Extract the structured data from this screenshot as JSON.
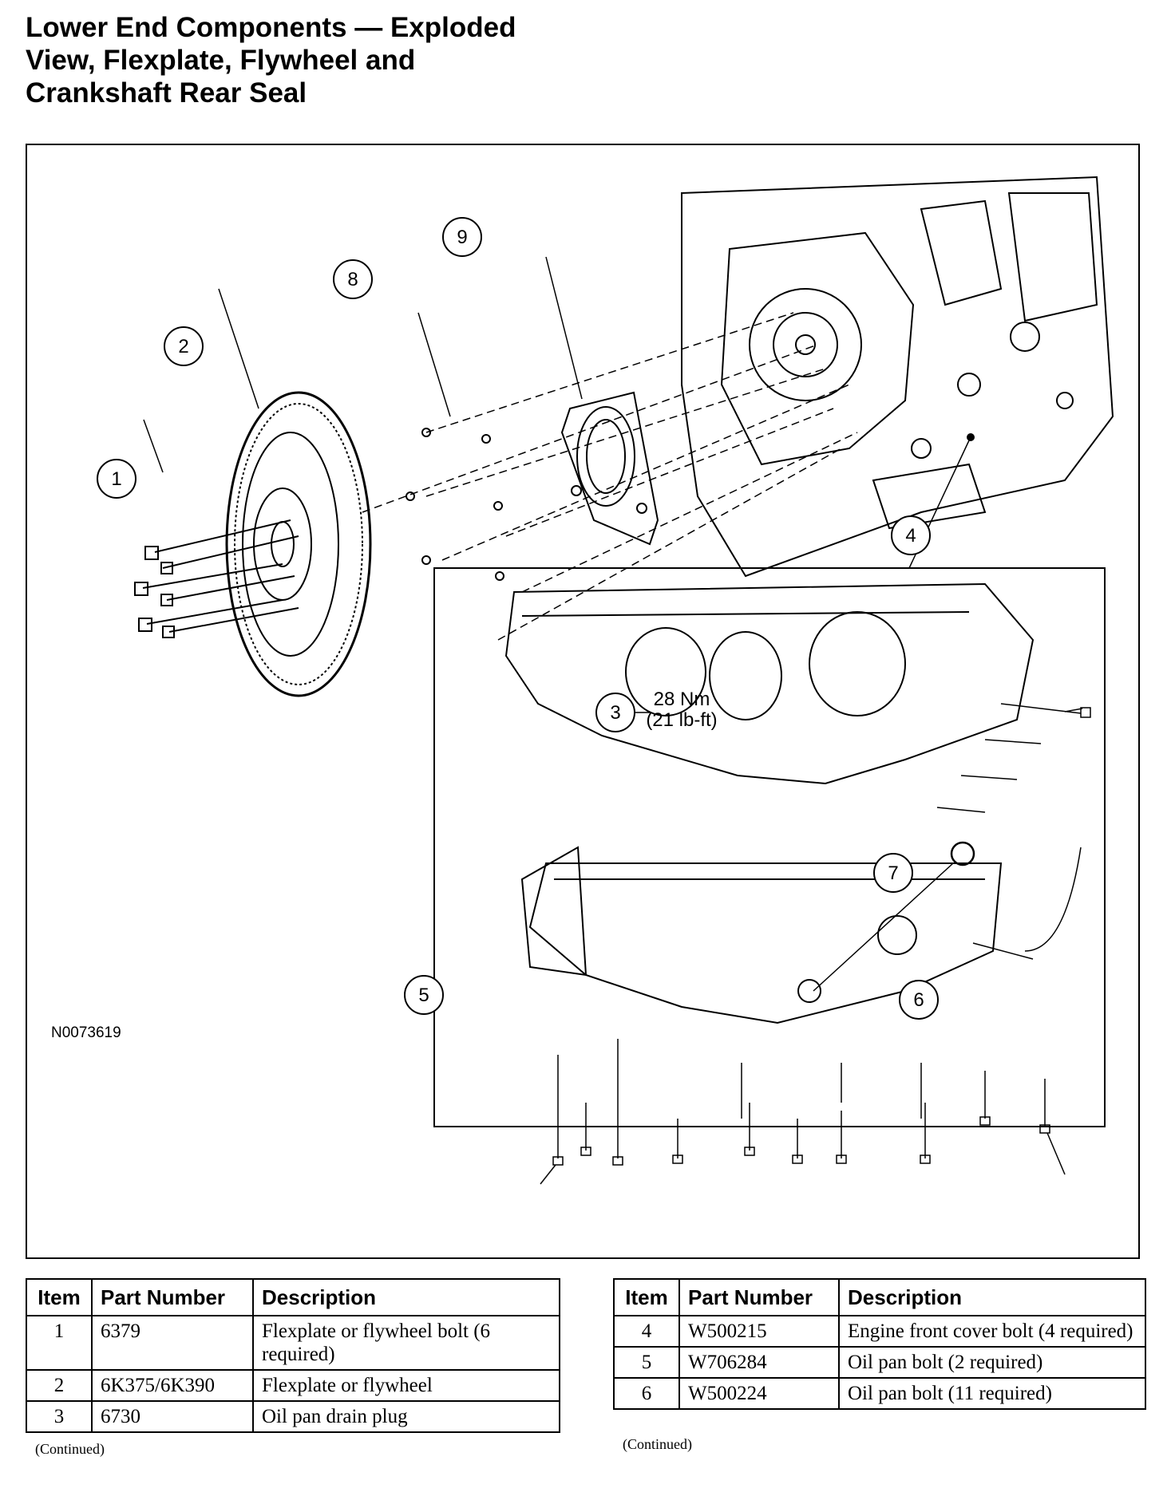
{
  "title": {
    "lines": [
      "Lower End Components — Exploded",
      "View, Flexplate, Flywheel and",
      "Crankshaft Rear Seal"
    ]
  },
  "figure": {
    "id": "N0073619",
    "callouts": [
      "1",
      "2",
      "3",
      "4",
      "5",
      "6",
      "7",
      "8",
      "9"
    ],
    "torque": {
      "metric": "28 Nm",
      "imperial": "(21 lb-ft)"
    }
  },
  "tables": [
    {
      "headers": [
        "Item",
        "Part Number",
        "Description"
      ],
      "rows": [
        {
          "item": "1",
          "part": "6379",
          "desc": "Flexplate or flywheel bolt (6 required)"
        },
        {
          "item": "2",
          "part": "6K375/6K390",
          "desc": "Flexplate or flywheel"
        },
        {
          "item": "3",
          "part": "6730",
          "desc": "Oil pan drain plug"
        }
      ],
      "footer": "(Continued)"
    },
    {
      "headers": [
        "Item",
        "Part Number",
        "Description"
      ],
      "rows": [
        {
          "item": "4",
          "part": "W500215",
          "desc": "Engine front cover bolt (4 required)"
        },
        {
          "item": "5",
          "part": "W706284",
          "desc": "Oil pan bolt (2 required)"
        },
        {
          "item": "6",
          "part": "W500224",
          "desc": "Oil pan bolt (11 required)"
        }
      ],
      "footer": "(Continued)"
    }
  ]
}
